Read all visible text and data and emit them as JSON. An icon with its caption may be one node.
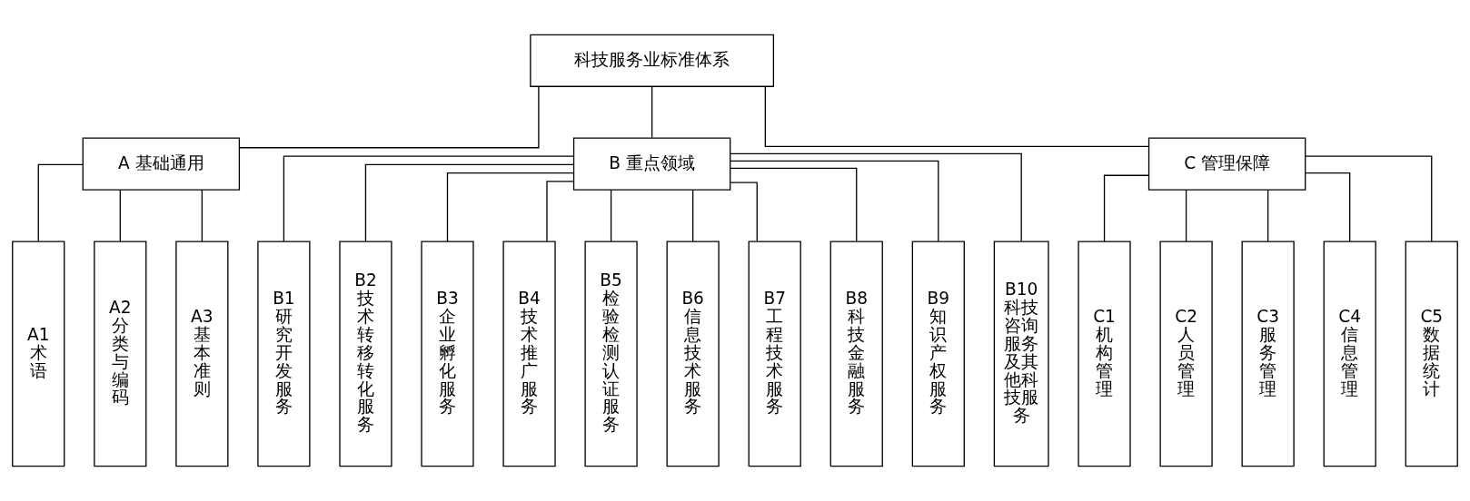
{
  "diagram": {
    "nodes": [
      {
        "text": [
          "科技服务业标准体系"
        ]
      },
      {
        "text": [
          "A 基础通用"
        ]
      },
      {
        "text": [
          "B 重点领域"
        ]
      },
      {
        "text": [
          "C 管理保障"
        ]
      },
      {
        "text": [
          "A1",
          "术语"
        ]
      },
      {
        "text": [
          "A2",
          "分类与编码"
        ]
      },
      {
        "text": [
          "A3",
          "基本准则"
        ]
      },
      {
        "text": [
          "B1",
          "研究开发服务"
        ]
      },
      {
        "text": [
          "B2",
          "技术转移转化服务"
        ]
      },
      {
        "text": [
          "B3",
          "企业孵化服务"
        ]
      },
      {
        "text": [
          "B4",
          "技术推广服务"
        ]
      },
      {
        "text": [
          "B5",
          "检验检测认证服务"
        ]
      },
      {
        "text": [
          "B6",
          "信息技术服务"
        ]
      },
      {
        "text": [
          "B7",
          "工程技术服务"
        ]
      },
      {
        "text": [
          "B8",
          "科技金融服务"
        ]
      },
      {
        "text": [
          "B9",
          "知识产权服务"
        ]
      },
      {
        "text": [
          "B10",
          "科技咨询服务及其他科技服务"
        ]
      },
      {
        "text": [
          "C1",
          "机构管理"
        ]
      },
      {
        "text": [
          "C2",
          "人员管理"
        ]
      },
      {
        "text": [
          "C3",
          "服务管理"
        ]
      },
      {
        "text": [
          "C4",
          "信息管理"
        ]
      },
      {
        "text": [
          "C5",
          "数据统计"
        ]
      }
    ],
    "edges": [
      {
        "from": 0,
        "to": 1,
        "arrow": "none"
      },
      {
        "from": 0,
        "to": 2,
        "arrow": "none"
      },
      {
        "from": 0,
        "to": 3,
        "arrow": "none"
      },
      {
        "from": 1,
        "to": 4,
        "arrow": "none"
      },
      {
        "from": 1,
        "to": 5,
        "arrow": "none"
      },
      {
        "from": 1,
        "to": 6,
        "arrow": "none"
      },
      {
        "from": 2,
        "to": 7,
        "arrow": "none"
      },
      {
        "from": 2,
        "to": 8,
        "arrow": "none"
      },
      {
        "from": 2,
        "to": 9,
        "arrow": "none"
      },
      {
        "from": 2,
        "to": 10,
        "arrow": "none"
      },
      {
        "from": 2,
        "to": 11,
        "arrow": "none"
      },
      {
        "from": 2,
        "to": 12,
        "arrow": "none"
      },
      {
        "from": 2,
        "to": 13,
        "arrow": "none"
      },
      {
        "from": 2,
        "to": 14,
        "arrow": "none"
      },
      {
        "from": 2,
        "to": 15,
        "arrow": "none"
      },
      {
        "from": 2,
        "to": 16,
        "arrow": "none"
      },
      {
        "from": 3,
        "to": 17,
        "arrow": "none"
      },
      {
        "from": 3,
        "to": 18,
        "arrow": "none"
      },
      {
        "from": 3,
        "to": 19,
        "arrow": "none"
      },
      {
        "from": 3,
        "to": 20,
        "arrow": "none"
      },
      {
        "from": 3,
        "to": 21,
        "arrow": "none"
      }
    ]
  }
}
